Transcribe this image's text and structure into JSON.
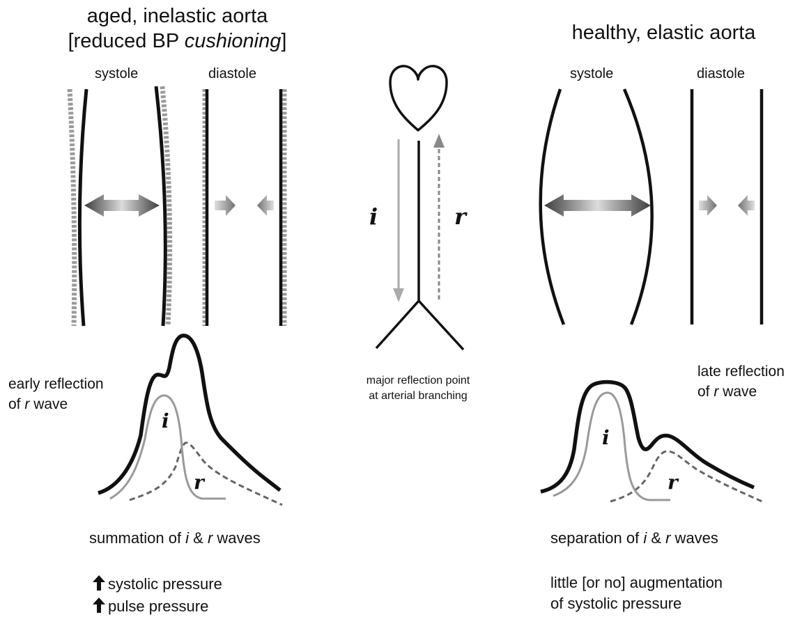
{
  "left": {
    "title_line1": "aged, inelastic aorta",
    "title_line2_prefix": "[reduced BP ",
    "title_line2_em": "cushioning",
    "title_line2_suffix": "]",
    "systole_label": "systole",
    "diastole_label": "diastole",
    "reflection_line1": "early reflection",
    "reflection_line2_prefix": "of ",
    "reflection_line2_em": "r",
    "reflection_line2_suffix": " wave",
    "i_label": "i",
    "r_label": "r",
    "caption_prefix": "summation of ",
    "caption_i": "i",
    "caption_mid": " & ",
    "caption_r": "r",
    "caption_suffix": " waves",
    "effect1": "systolic pressure",
    "effect2": "pulse pressure"
  },
  "center": {
    "i_label": "i",
    "r_label": "r",
    "caption_line1": "major reflection point",
    "caption_line2": "at arterial branching"
  },
  "right": {
    "title": "healthy, elastic aorta",
    "systole_label": "systole",
    "diastole_label": "diastole",
    "reflection_line1": "late reflection",
    "reflection_line2_prefix": "of ",
    "reflection_line2_em": "r",
    "reflection_line2_suffix": " wave",
    "i_label": "i",
    "r_label": "r",
    "caption_prefix": "separation of ",
    "caption_i": "i",
    "caption_mid": " & ",
    "caption_r": "r",
    "caption_suffix": " waves",
    "effect_line1": "little [or no] augmentation",
    "effect_line2": "of systolic pressure"
  },
  "colors": {
    "wall": "#111111",
    "incident_wave": "#999999",
    "reflected_wave": "#666666",
    "arrow_dark": "#4a4a4a",
    "arrow_light": "#dddddd"
  },
  "icons": [
    "heart-icon",
    "double-arrow-icon",
    "up-arrow-icon"
  ]
}
